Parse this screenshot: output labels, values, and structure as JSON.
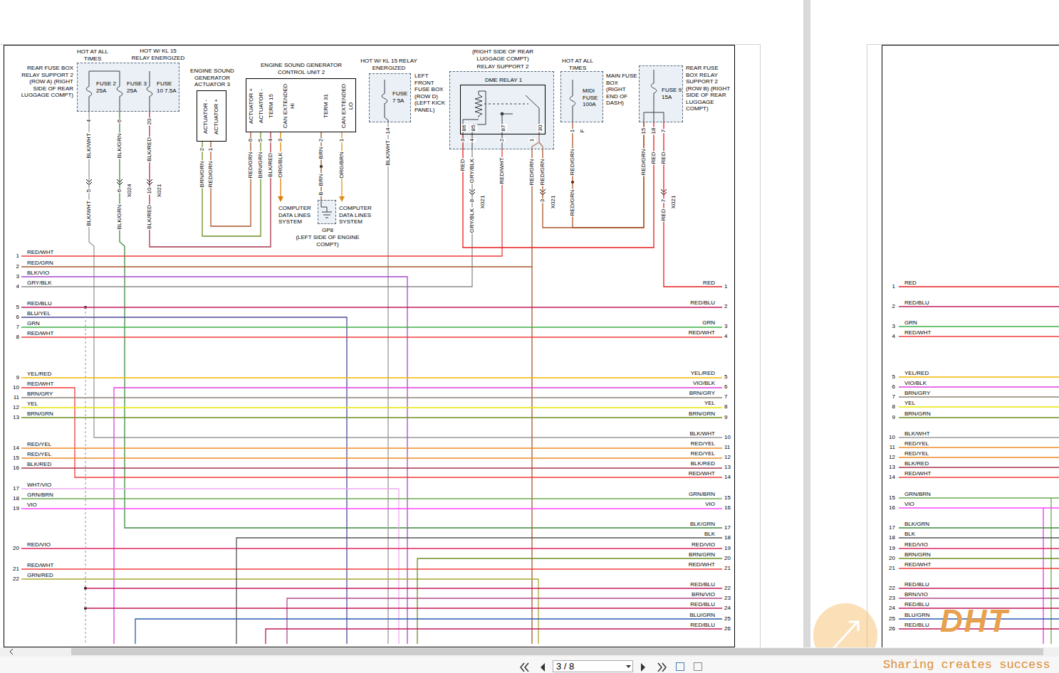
{
  "diagram": {
    "nodes": [
      {
        "text": [
          "REAR FUSE BOX RELAY SUPPORT 2 (ROW A) (RIGHT SIDE OF REAR LUGGAGE COMPT)",
          "FUSE 2 25A",
          "FUSE 3 25A",
          "FUSE 10 7.5A"
        ]
      },
      {
        "text": [
          "ENGINE SOUND GENERATOR ACTUATOR 3",
          "ACTUATOR -",
          "ACTUATOR +"
        ]
      },
      {
        "text": [
          "ENGINE SOUND GENERATOR CONTROL UNIT 2",
          "ACTUATOR +",
          "ACTUATOR -",
          "TERM 15",
          "CAN EXTENDED HI",
          "TERM 31",
          "CAN EXTENDED LO"
        ]
      },
      {
        "text": [
          "FUSE 7 5A",
          "LEFT FRONT FUSE BOX (ROW D) (LEFT KICK PANEL)"
        ]
      },
      {
        "text": [
          "(RIGHT SIDE OF REAR LUGGAGE COMPT)",
          "RELAY SUPPORT 2"
        ]
      },
      {
        "text": [
          "DME RELAY 1",
          "86",
          "85",
          "87",
          "30"
        ],
        "in": 4
      },
      {
        "text": [
          "MIDI FUSE 100A",
          "MAIN FUSE BOX (RIGHT END OF DASH)"
        ]
      },
      {
        "text": [
          "FUSE 9 15A",
          "REAR FUSE BOX RELAY SUPPORT 2 (ROW B) (RIGHT SIDE OF REAR LUGGAGE COMPT)"
        ]
      },
      {
        "text": [
          "GP8",
          "(LEFT SIDE OF ENGINE COMPT)"
        ]
      }
    ],
    "edges": [
      {
        "from": 1,
        "to": 2,
        "arrow": "none"
      },
      {
        "from": 1,
        "to": 2,
        "arrow": "none"
      },
      {
        "from": 2,
        "to": 8,
        "arrow": "none"
      },
      {
        "from": 0,
        "to": 2,
        "arrow": "none"
      },
      {
        "from": 5,
        "to": 7,
        "arrow": "none"
      },
      {
        "from": 6,
        "to": 7,
        "arrow": "none"
      },
      {
        "from": 7,
        "to": 5,
        "arrow": "none"
      }
    ],
    "labels": [
      "HOT AT ALL TIMES",
      "HOT W/ KL 15 RELAY ENERGIZED",
      "HOT W/ KL 15 RELAY ENERGIZED",
      "HOT AT ALL TIMES",
      "COMPUTER DATA LINES SYSTEM",
      "COMPUTER DATA LINES SYSTEM",
      "4",
      "6",
      "20",
      "BLK/WHT",
      "BLK/GRN",
      "BLK/RED",
      "5",
      "6",
      "X024",
      "10",
      "X021",
      "BLK/WHT",
      "BLK/GRN",
      "BLK/RED",
      "2",
      "1",
      "BRN/GRN",
      "RED/GRN",
      "6",
      "5",
      "4",
      "3",
      "2",
      "1",
      "RED/GRN",
      "BRN/GRN",
      "BLK/RED",
      "ORG/BLK",
      "BRN",
      "BRN",
      "B",
      "ORG/BRN",
      "14",
      "BLK/WHT",
      "3",
      "4",
      "2",
      "1",
      "RED",
      "GRY/BLK",
      "RED/WHT",
      "RED/GRN",
      "RED/GRN",
      "8",
      "X021",
      "GRY/BLK",
      "3",
      "X021",
      "1",
      "F",
      "RED/GRN",
      "RED/GRN",
      "15",
      "18",
      "7",
      "RED/GRN",
      "RED",
      "RED",
      "7",
      "X021",
      "RED",
      "1",
      "RED/WHT",
      "2",
      "RED/GRN",
      "3",
      "BLK/VIO",
      "4",
      "GRY/BLK",
      "5",
      "RED/BLU",
      "6",
      "BLU/YEL",
      "7",
      "GRN",
      "8",
      "RED/WHT",
      "9",
      "YEL/RED",
      "10",
      "RED/WHT",
      "11",
      "BRN/GRY",
      "12",
      "YEL",
      "13",
      "BRN/GRN",
      "14",
      "RED/YEL",
      "15",
      "RED/YEL",
      "16",
      "BLK/RED",
      "17",
      "WHT/VIO",
      "18",
      "GRN/BRN",
      "19",
      "VIO",
      "20",
      "RED/VIO",
      "21",
      "RED/WHT",
      "22",
      "GRN/RED",
      "RED",
      "1",
      "RED/BLU",
      "2",
      "GRN",
      "3",
      "RED/WHT",
      "4",
      "YEL/RED",
      "5",
      "VIO/BLK",
      "6",
      "BRN/GRY",
      "7",
      "YEL",
      "8",
      "BRN/GRN",
      "9",
      "BLK/WHT",
      "10",
      "RED/YEL",
      "11",
      "RED/YEL",
      "12",
      "BLK/RED",
      "13",
      "RED/WHT",
      "14",
      "GRN/BRN",
      "15",
      "VIO",
      "16",
      "BLK/GRN",
      "17",
      "BLK",
      "18",
      "RED/VIO",
      "19",
      "BRN/GRN",
      "20",
      "RED/WHT",
      "21",
      "RED/BLU",
      "22",
      "BRN/VIO",
      "23",
      "RED/BLU",
      "24",
      "BLU/GRN",
      "25",
      "RED/BLU",
      "26",
      "1",
      "RED",
      "2",
      "RED/BLU",
      "3",
      "GRN",
      "4",
      "RED/WHT",
      "5",
      "YEL/RED",
      "6",
      "VIO/BLK",
      "7",
      "BRN/GRY",
      "8",
      "YEL",
      "9",
      "BRN/GRN",
      "10",
      "BLK/WHT",
      "11",
      "RED/YEL",
      "12",
      "RED/YEL",
      "13",
      "BLK/RED",
      "14",
      "RED/WHT",
      "15",
      "GRN/BRN",
      "16",
      "VIO",
      "17",
      "BLK/GRN",
      "18",
      "BLK",
      "19",
      "RED/VIO",
      "20",
      "BRN/GRN",
      "21",
      "RED/WHT",
      "22",
      "RED/BLU",
      "23",
      "BRN/VIO",
      "24",
      "RED/BLU",
      "25",
      "BLU/GRN",
      "26",
      "RED/BLU",
      "3 / 8",
      "DHT",
      "Sharing creates success"
    ]
  }
}
